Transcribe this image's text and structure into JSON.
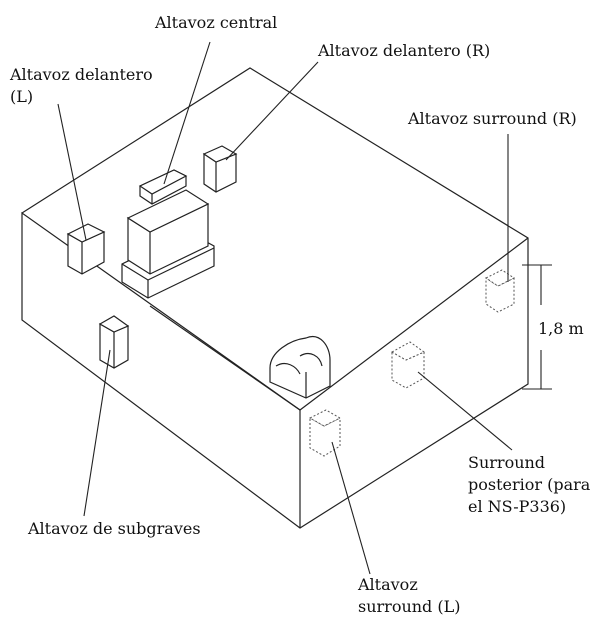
{
  "labels": {
    "center": "Altavoz central",
    "front_r": "Altavoz delantero (R)",
    "front_l_line1": "Altavoz delantero",
    "front_l_line2": "(L)",
    "surround_r": "Altavoz surround (R)",
    "height": "1,8 m",
    "surround_back_line1": "Surround",
    "surround_back_line2": "posterior (para",
    "surround_back_line3": "el NS-P336)",
    "subwoofer": "Altavoz de subgraves",
    "surround_l_line1": "Altavoz",
    "surround_l_line2": "surround (L)"
  }
}
